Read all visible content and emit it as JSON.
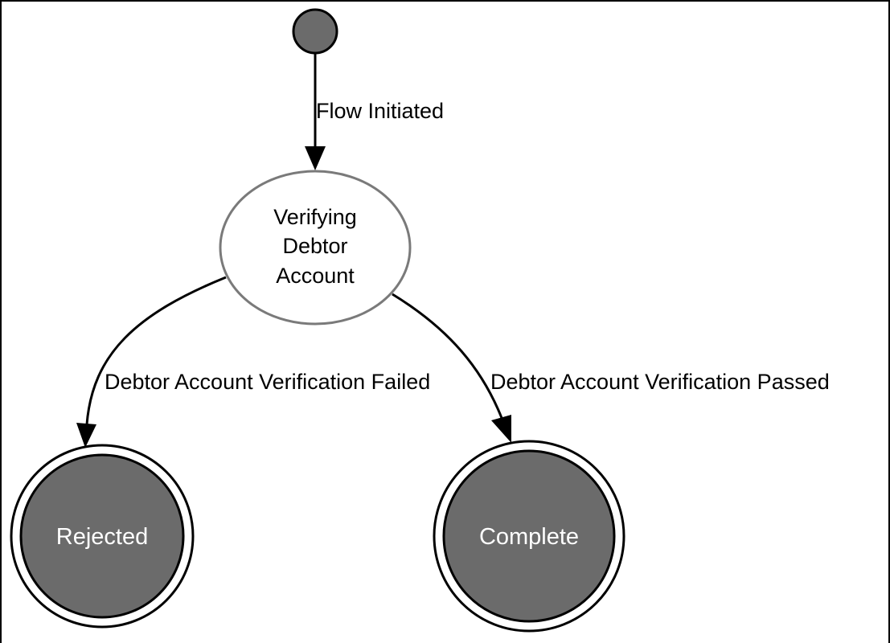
{
  "diagram": {
    "initial": {
      "name": "initial-state"
    },
    "states": {
      "verifying": {
        "lines": [
          "Verifying",
          "Debtor",
          "Account"
        ]
      },
      "rejected": {
        "label": "Rejected"
      },
      "complete": {
        "label": "Complete"
      }
    },
    "transitions": {
      "flow_initiated": "Flow Initiated",
      "failed": "Debtor Account Verification Failed",
      "passed": "Debtor Account Verification Passed"
    },
    "colors": {
      "node_fill": "#6b6b6b",
      "state_stroke": "#7a7a7a",
      "edge": "#000000"
    }
  }
}
